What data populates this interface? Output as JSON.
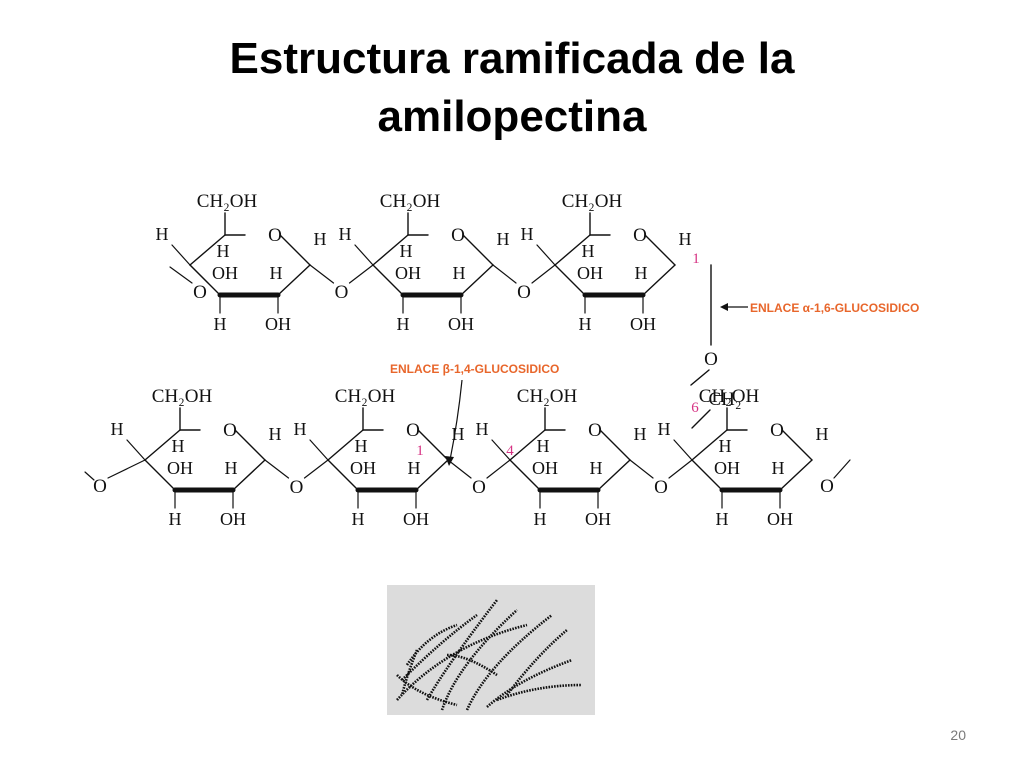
{
  "slide": {
    "title_line1": "Estructura ramificada de la",
    "title_line2": "amilopectina",
    "page_number": "20"
  },
  "diagram": {
    "group_labels": {
      "ch2oh": "CH₂OH",
      "ring_o": "O",
      "h": "H",
      "oh": "OH",
      "ch2": "CH₂"
    },
    "annotations": {
      "alpha_link": "ENLACE α-1,6-GLUCOSIDICO",
      "beta_link": "ENLACE β-1,4-GLUCOSIDICO"
    },
    "carbon_numbers": {
      "c1_top": "1",
      "c6": "6",
      "c1_bottom": "1",
      "c4_bottom": "4"
    }
  }
}
